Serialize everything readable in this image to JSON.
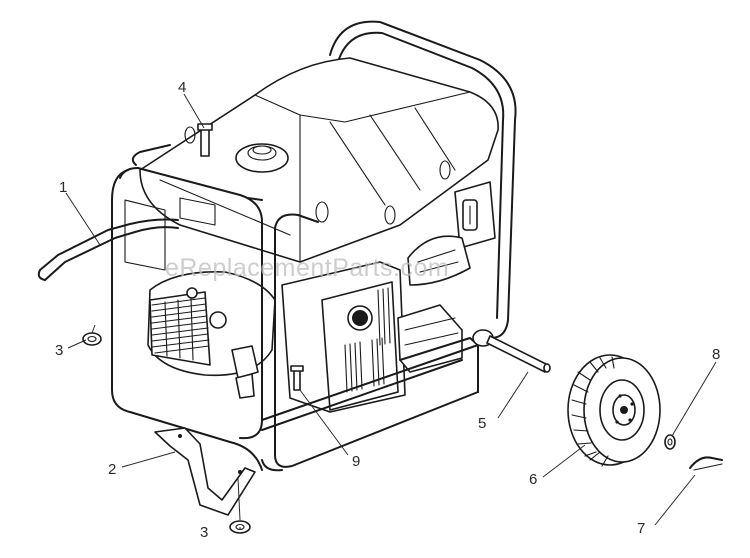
{
  "watermark": "eReplacementParts.com",
  "callouts": [
    {
      "id": "c1",
      "label": "1"
    },
    {
      "id": "c2",
      "label": "2"
    },
    {
      "id": "c3a",
      "label": "3"
    },
    {
      "id": "c3b",
      "label": "3"
    },
    {
      "id": "c4",
      "label": "4"
    },
    {
      "id": "c5",
      "label": "5"
    },
    {
      "id": "c6",
      "label": "6"
    },
    {
      "id": "c7",
      "label": "7"
    },
    {
      "id": "c8",
      "label": "8"
    },
    {
      "id": "c9",
      "label": "9"
    }
  ]
}
